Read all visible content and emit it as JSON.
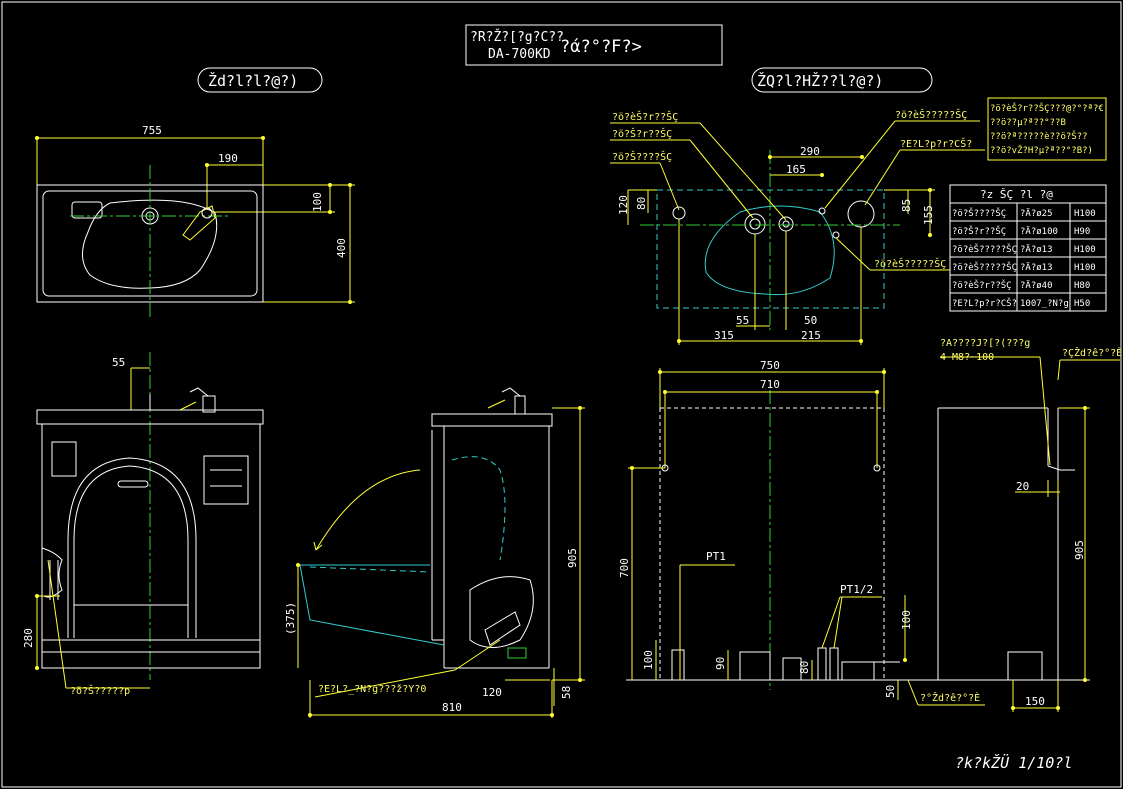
{
  "title_block": {
    "line1": "?R?Ž?[?g?C??",
    "model": "DA-700KD",
    "line2": "?ά?°?F?>"
  },
  "views": {
    "left_title": "Žd?l?l?@?)",
    "right_title": "ŽQ?l?HŽ??l?@?)"
  },
  "top_view_dims": {
    "width": "755",
    "offset": "190",
    "small": "100",
    "depth": "400"
  },
  "plumbing_labels": {
    "l1": "?ö?èŠ?r??ŠÇ",
    "l2": "?ö?Š?r??ŠÇ",
    "l3": "?ö?Š????ŠÇ",
    "r1": "?ö?èŠ?????ŠÇ",
    "r2": "?E?L?p?r?CŠ?",
    "r3": "?ö?èŠ?????ŠÇ"
  },
  "note": {
    "line1": "?ö?èŠ?r??ŠÇ???@?°?ª?€",
    "line2": "??ö??µ?ª??°??B",
    "line3": "??ö?ª?????è??ö?Š??",
    "line4": "??ö?vŽ?H?µ?ª??°?B?)"
  },
  "plan_dims": {
    "d290": "290",
    "d165": "165",
    "d120": "120",
    "d80": "80",
    "d85": "85",
    "d155": "155",
    "d55": "55",
    "d50": "50",
    "d315": "315",
    "d215": "215"
  },
  "pipe_table": {
    "header": "?z  ŠÇ  ?l  ?@",
    "rows": [
      [
        "?ö?Š????ŠÇ",
        "?Ä?ø25",
        "H100"
      ],
      [
        "?ö?Š?r??ŠÇ",
        "?Ä?ø100",
        "H90"
      ],
      [
        "?ö?èŠ?????ŠÇ",
        "?Ä?ø13",
        "H100"
      ],
      [
        "?ö?èŠ?????ŠÇ",
        "?Ä?ø13",
        "H100"
      ],
      [
        "?ö?èŠ?r??ŠÇ",
        "?Ä?ø40",
        "H80"
      ],
      [
        "?E?L?p?r?CŠ?",
        "1007_?N?g",
        "H50"
      ]
    ]
  },
  "front_view_dims": {
    "d55": "55",
    "d280": "280",
    "label": "?ö?Š?????p"
  },
  "side_view_dims": {
    "d905": "905",
    "d375": "(375)",
    "d120": "120",
    "d58": "58",
    "d810": "810",
    "label": "?E?L?_?N?g???ž?Y?0"
  },
  "elev_dims": {
    "d750": "750",
    "d710": "710",
    "d700": "700",
    "d905": "905",
    "d20": "20",
    "d150": "150",
    "d100a": "100",
    "d90": "90",
    "d80": "80",
    "d100b": "100",
    "d50": "50",
    "pt1": "PT1",
    "pt12": "PT1/2",
    "anchor1": "?A????J?[?(???g",
    "anchor2": "4-M8?~100",
    "floor_top": "?ÇŽd?ê?°?È",
    "floor_bot": "?°Žd?ê?°?È"
  },
  "scale": "?k?kŽÜ  1/10?l"
}
